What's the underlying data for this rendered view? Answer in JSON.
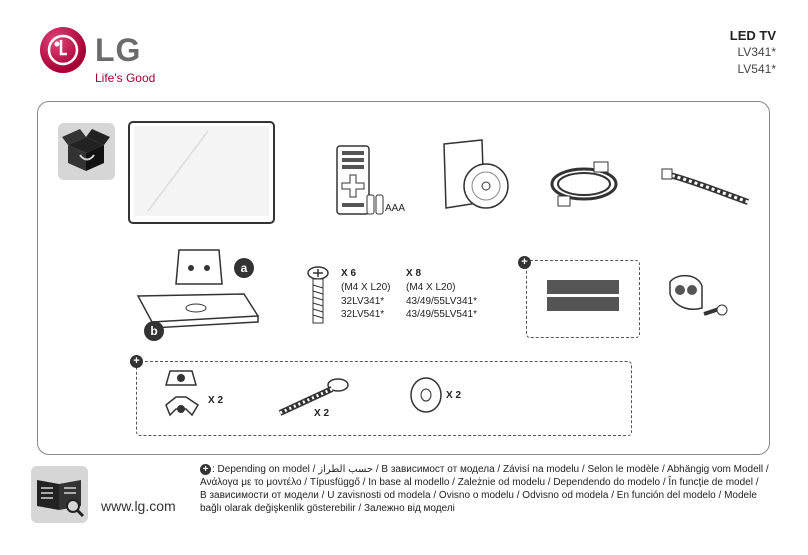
{
  "brand": {
    "name": "LG",
    "tagline": "Life's Good"
  },
  "model": {
    "title": "LED TV",
    "lines": [
      "LV341*",
      "LV541*"
    ]
  },
  "remote_battery_label": "AAA",
  "stand_parts": {
    "a": "a",
    "b": "b"
  },
  "screws": {
    "set1": {
      "qty": "X 6",
      "size": "(M4 X L20)",
      "models": [
        "32LV341*",
        "32LV541*"
      ]
    },
    "set2": {
      "qty": "X 8",
      "size": "(M4 X L20)",
      "models": [
        "43/49/55LV341*",
        "43/49/55LV541*"
      ]
    }
  },
  "optional": {
    "plus": "+",
    "wing_nut_qty": "X 2",
    "bolt_qty": "X 2",
    "washer_qty": "X 2"
  },
  "footer": {
    "url": "www.lg.com",
    "note_lines": [
      ": Depending on model / حسب الطراز / В зависимост от модела / Závisí na modelu / Selon le modèle / Abhängig vom Modell /",
      "Ανάλογα με το μοντέλο / Típusfüggő /  In base al modello / Zależnie od modelu / Dependendo do modelo / În funcţie de model /",
      "В зависимости от модели / U zavisnosti od modela / Ovisno o modelu / Odvisno od modela / En función del modelo / Modele",
      "bağlı olarak değişkenlik gösterebilir / Залежно від моделі"
    ]
  }
}
